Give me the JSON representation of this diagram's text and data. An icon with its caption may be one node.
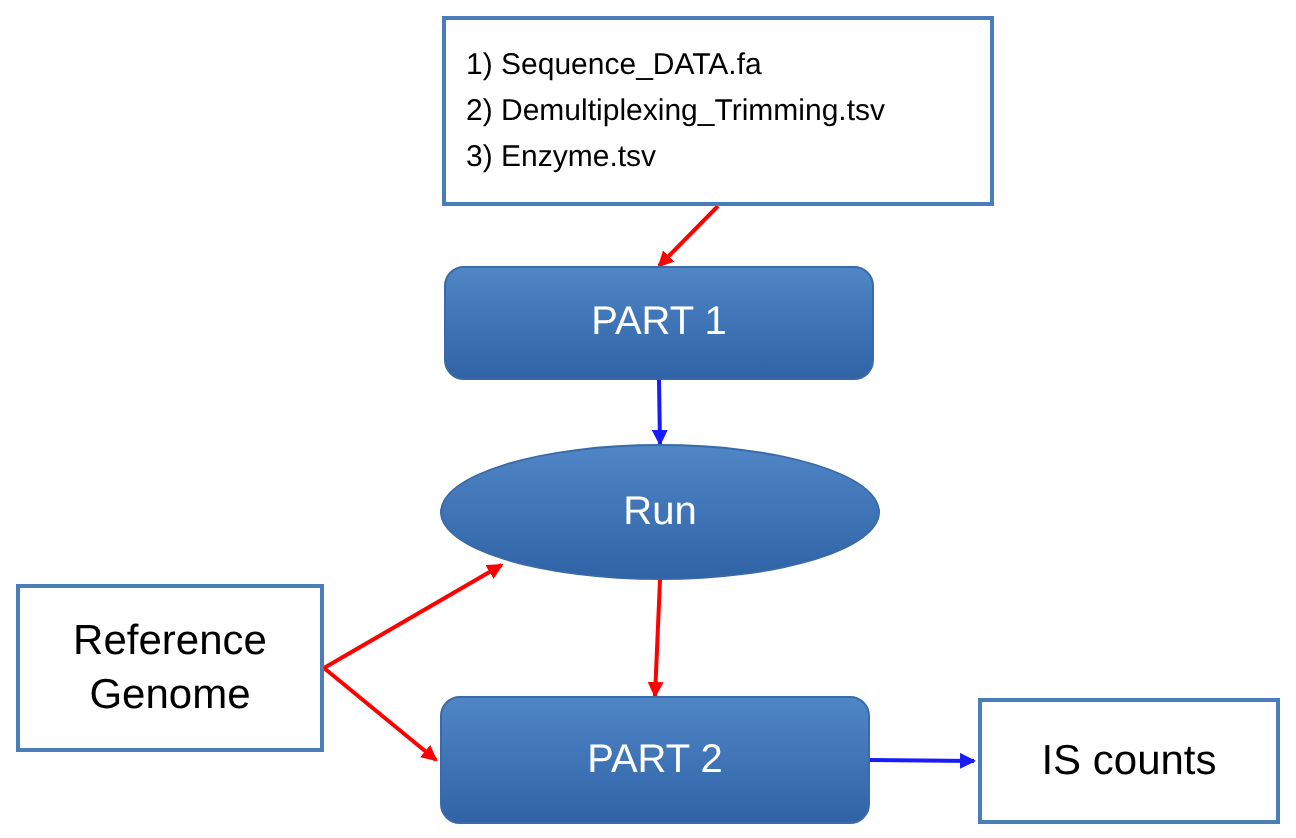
{
  "diagram": {
    "nodes": [
      {
        "text": [
          "1) Sequence_DATA.fa",
          "2) Demultiplexing_Trimming.tsv",
          "3) Enzyme.tsv"
        ]
      },
      {
        "text": [
          "PART 1"
        ]
      },
      {
        "text": [
          "Run"
        ]
      },
      {
        "text": [
          "Reference Genome"
        ]
      },
      {
        "text": [
          "PART 2"
        ]
      },
      {
        "text": [
          "IS counts"
        ]
      }
    ],
    "edges": [
      {
        "from": 0,
        "to": 1,
        "arrow": "to"
      },
      {
        "from": 1,
        "to": 2,
        "arrow": "to",
        "color": "#1a1aff"
      },
      {
        "from": 2,
        "to": 4,
        "arrow": "to"
      },
      {
        "from": 3,
        "to": 2,
        "arrow": "to"
      },
      {
        "from": 3,
        "to": 4,
        "arrow": "to"
      },
      {
        "from": 4,
        "to": 5,
        "arrow": "to",
        "color": "#1a1aff"
      }
    ]
  }
}
